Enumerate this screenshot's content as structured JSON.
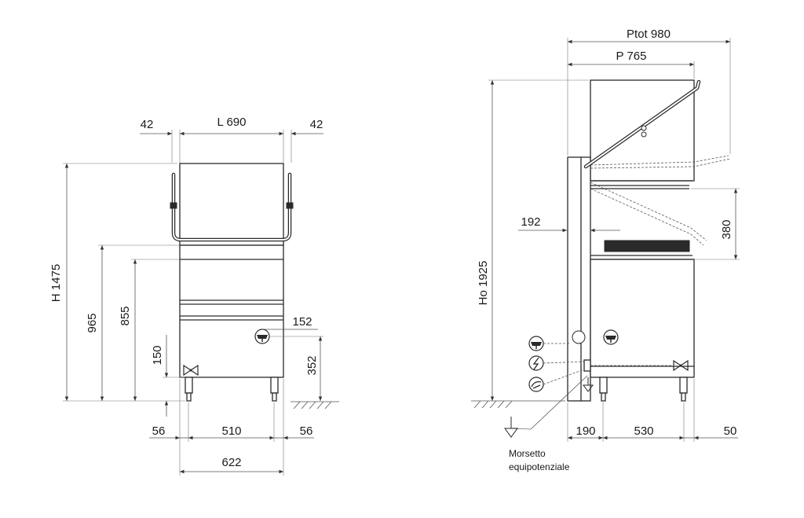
{
  "front_view": {
    "width_label": "L 690",
    "left_offset_label": "42",
    "right_offset_label": "42",
    "height_label": "H 1475",
    "height_965_label": "965",
    "height_855_label": "855",
    "height_150_label": "150",
    "drain_offset_label": "152",
    "drain_height_label": "352",
    "foot_left_label": "56",
    "foot_span_label": "510",
    "foot_right_label": "56",
    "base_width_label": "622"
  },
  "side_view": {
    "total_depth_label": "Ptot 980",
    "depth_label": "P 765",
    "open_height_label": "Ho 1925",
    "inset_label": "192",
    "rack_height_label": "380",
    "rear_offset_label": "190",
    "foot_span_label": "530",
    "front_offset_label": "50",
    "terminal_label_line1": "Morsetto",
    "terminal_label_line2": "equipotenziale"
  },
  "icons": [
    "drain-icon",
    "valve-icon",
    "electrical-icon",
    "water-inlet-icon",
    "ground-symbol-icon"
  ],
  "colors": {
    "line": "#2a2a2a",
    "background": "#ffffff"
  }
}
